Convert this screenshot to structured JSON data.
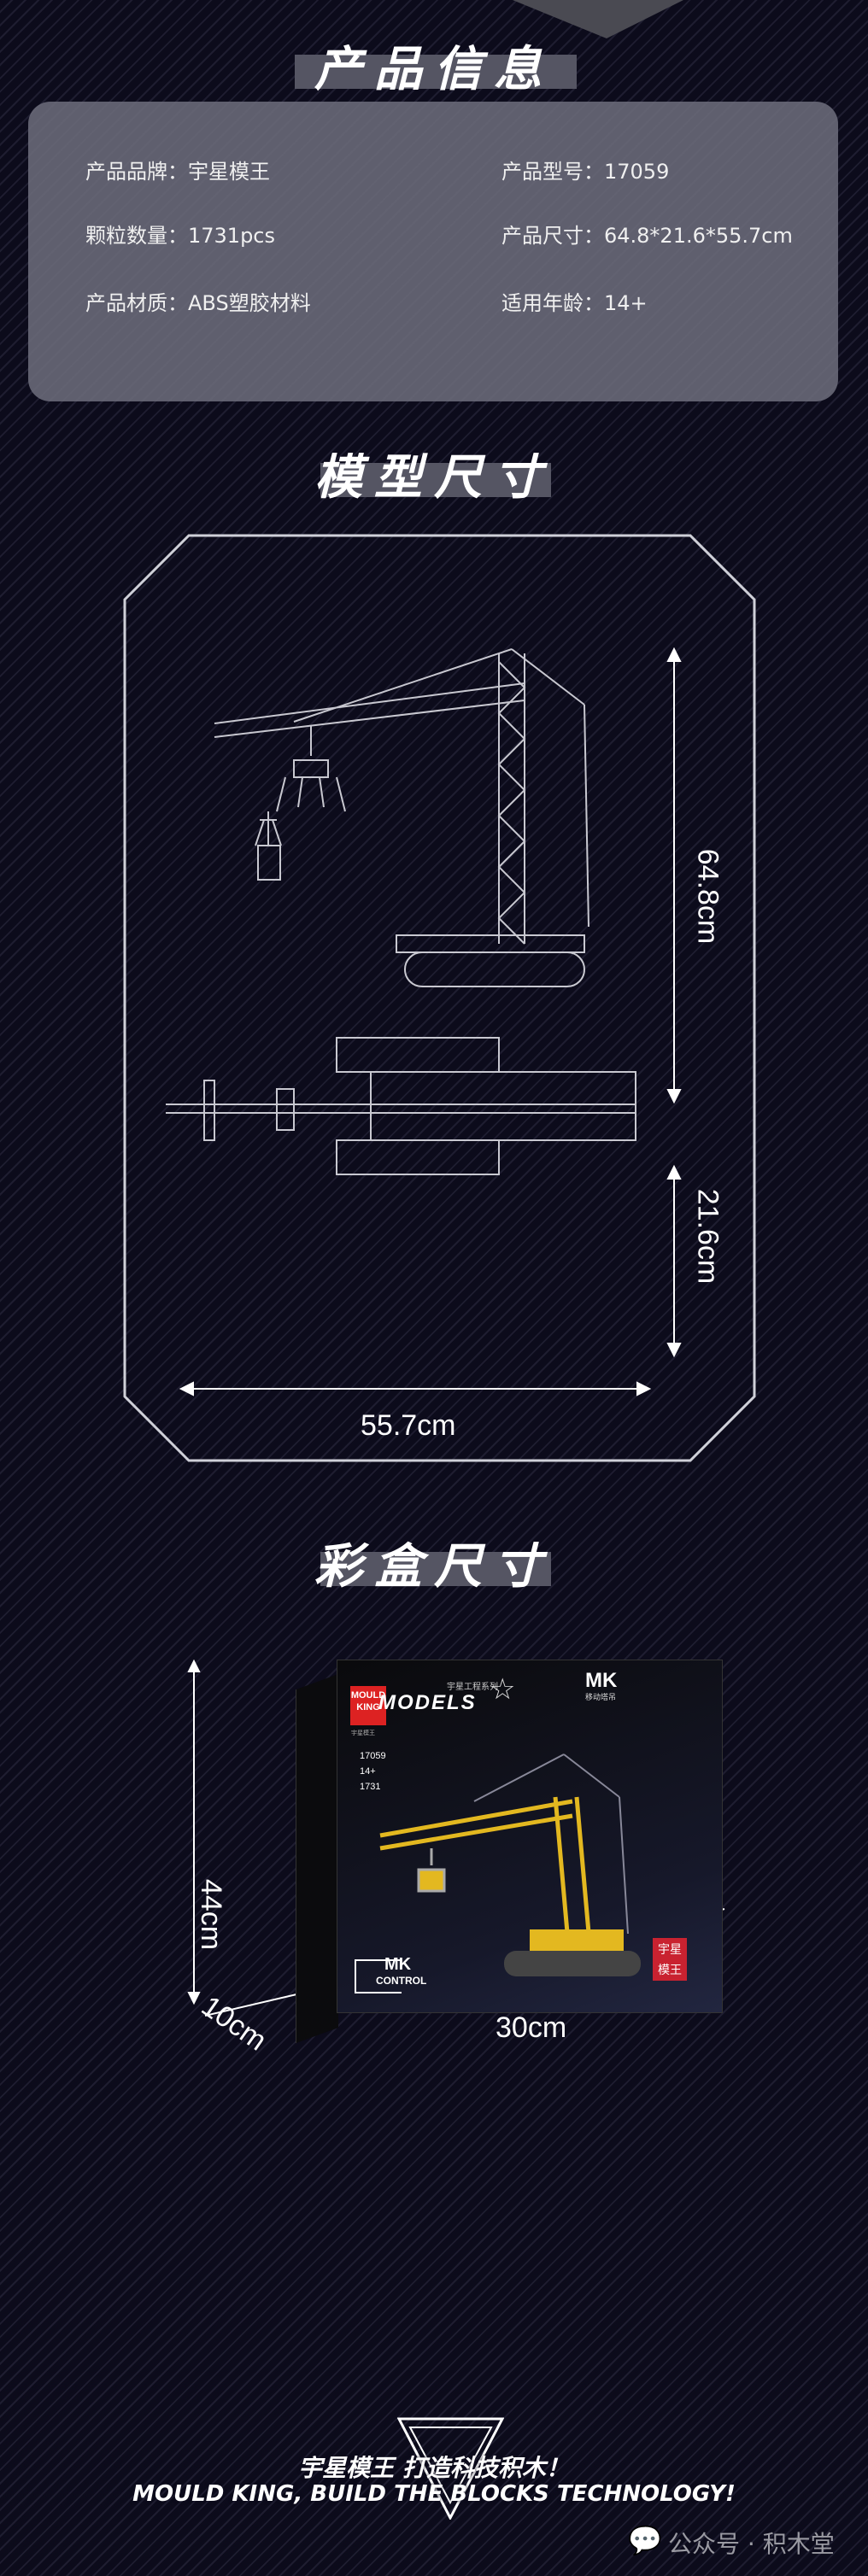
{
  "info": {
    "title": "产品信息",
    "rows": [
      {
        "left": "产品品牌：宇星模王",
        "right": "产品型号：17059"
      },
      {
        "left": "颗粒数量：1731pcs",
        "right": "产品尺寸：64.8*21.6*55.7cm"
      },
      {
        "left": "产品材质：ABS塑胶材料",
        "right": "适用年龄：14+"
      }
    ]
  },
  "model": {
    "title": "模型尺寸",
    "height": "64.8cm",
    "width": "21.6cm",
    "length": "55.7cm"
  },
  "box": {
    "title": "彩盒尺寸",
    "height": "44cm",
    "depth": "10cm",
    "width": "30cm",
    "brand_top": "MOULD",
    "brand_bottom": "KING",
    "brand_sub": "宇星模王",
    "series": "宇星工程系列",
    "models": "MODELS",
    "mk": "MK",
    "mk_sub": "移动塔吊",
    "model_no": "17059",
    "age": "14+",
    "pcs": "1731",
    "control_mk": "MK",
    "control": "CONTROL",
    "badge": "宇星模王"
  },
  "footer": {
    "slogan_cn": "宇星模王 打造科技积木！",
    "slogan_en": "MOULD KING, BUILD THE BLOCKS TECHNOLOGY!",
    "watermark": "公众号 · 积木堂"
  }
}
